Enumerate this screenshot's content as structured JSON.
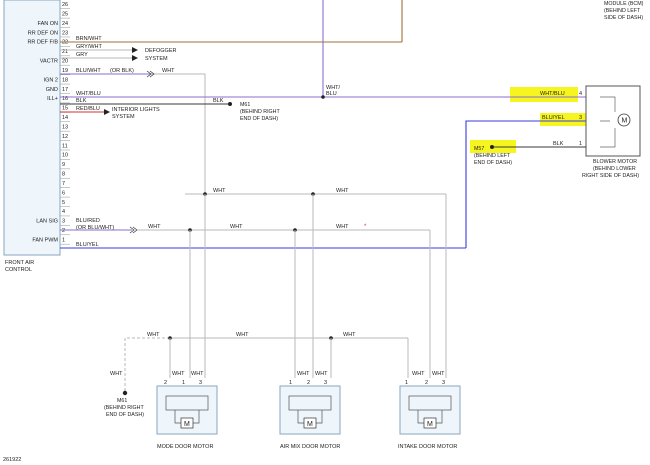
{
  "diagram_id": "261922",
  "module_note": [
    "MODULE (BCM)",
    "(BEHIND LEFT",
    "SIDE OF DASH)"
  ],
  "control": {
    "name_lines": [
      "FRONT AIR",
      "CONTROL"
    ],
    "pins": [
      {
        "num": "26",
        "label": ""
      },
      {
        "num": "25",
        "label": ""
      },
      {
        "num": "24",
        "label": "FAN ON"
      },
      {
        "num": "23",
        "label": "RR DEF ON"
      },
      {
        "num": "22",
        "label": "RR DEF F/B"
      },
      {
        "num": "21",
        "label": ""
      },
      {
        "num": "20",
        "label": "VACTR"
      },
      {
        "num": "19",
        "label": ""
      },
      {
        "num": "18",
        "label": "IGN 2"
      },
      {
        "num": "17",
        "label": "GND"
      },
      {
        "num": "16",
        "label": "ILL+"
      },
      {
        "num": "15",
        "label": ""
      },
      {
        "num": "14",
        "label": ""
      },
      {
        "num": "13",
        "label": ""
      },
      {
        "num": "12",
        "label": ""
      },
      {
        "num": "11",
        "label": ""
      },
      {
        "num": "10",
        "label": ""
      },
      {
        "num": "9",
        "label": ""
      },
      {
        "num": "8",
        "label": ""
      },
      {
        "num": "7",
        "label": ""
      },
      {
        "num": "6",
        "label": ""
      },
      {
        "num": "5",
        "label": ""
      },
      {
        "num": "4",
        "label": ""
      },
      {
        "num": "3",
        "label": "LAN SIG"
      },
      {
        "num": "2",
        "label": ""
      },
      {
        "num": "1",
        "label": "FAN PWM"
      }
    ]
  },
  "wire_labels": {
    "brn_wht": "BRN/WHT",
    "gry_wht": "GRY/WHT",
    "gry": "GRY",
    "blu_wht_or_blk": "BLU/WHT",
    "or_blk": "(OR BLK)",
    "wht": "WHT",
    "wht_blu": "WHT/BLU",
    "wht_blu_split": [
      "WHT/",
      "BLU"
    ],
    "blk": "BLK",
    "red_blu": "RED/BLU",
    "blu_red": "BLU/RED",
    "or_blu_wht": "(OR BLU/WHT)",
    "blu_yel": "BLU/YEL"
  },
  "destinations": {
    "defogger": [
      "DEFOGGER",
      "SYSTEM"
    ],
    "interior_lights": [
      "INTERIOR LIGHTS",
      "SYSTEM"
    ]
  },
  "grounds": {
    "m61_upper": [
      "M61",
      "(BEHIND RIGHT",
      "END OF DASH)"
    ],
    "m57": [
      "M57",
      "(BEHIND LEFT",
      "END OF DASH)"
    ],
    "m61_lower": [
      "M61",
      "(BEHIND RIGHT",
      "END OF DASH)"
    ]
  },
  "blower": {
    "caption": [
      "BLOWER MOTOR",
      "(BEHIND LOWER",
      "RIGHT SIDE OF DASH)"
    ],
    "pins": [
      "4",
      "3",
      "1"
    ]
  },
  "motors": [
    {
      "caption": "MODE DOOR MOTOR",
      "pins": [
        "2",
        "1",
        "3"
      ]
    },
    {
      "caption": "AIR MIX DOOR MOTOR",
      "pins": [
        "1",
        "2",
        "3"
      ]
    },
    {
      "caption": "INTAKE DOOR MOTOR",
      "pins": [
        "1",
        "2",
        "3"
      ]
    }
  ],
  "motor_symbol": "M",
  "colors": {
    "highlight": "#f7f520",
    "blue_wire": "#3b3be0",
    "brown_wire": "#a0703a",
    "red_wire": "#d23030"
  }
}
